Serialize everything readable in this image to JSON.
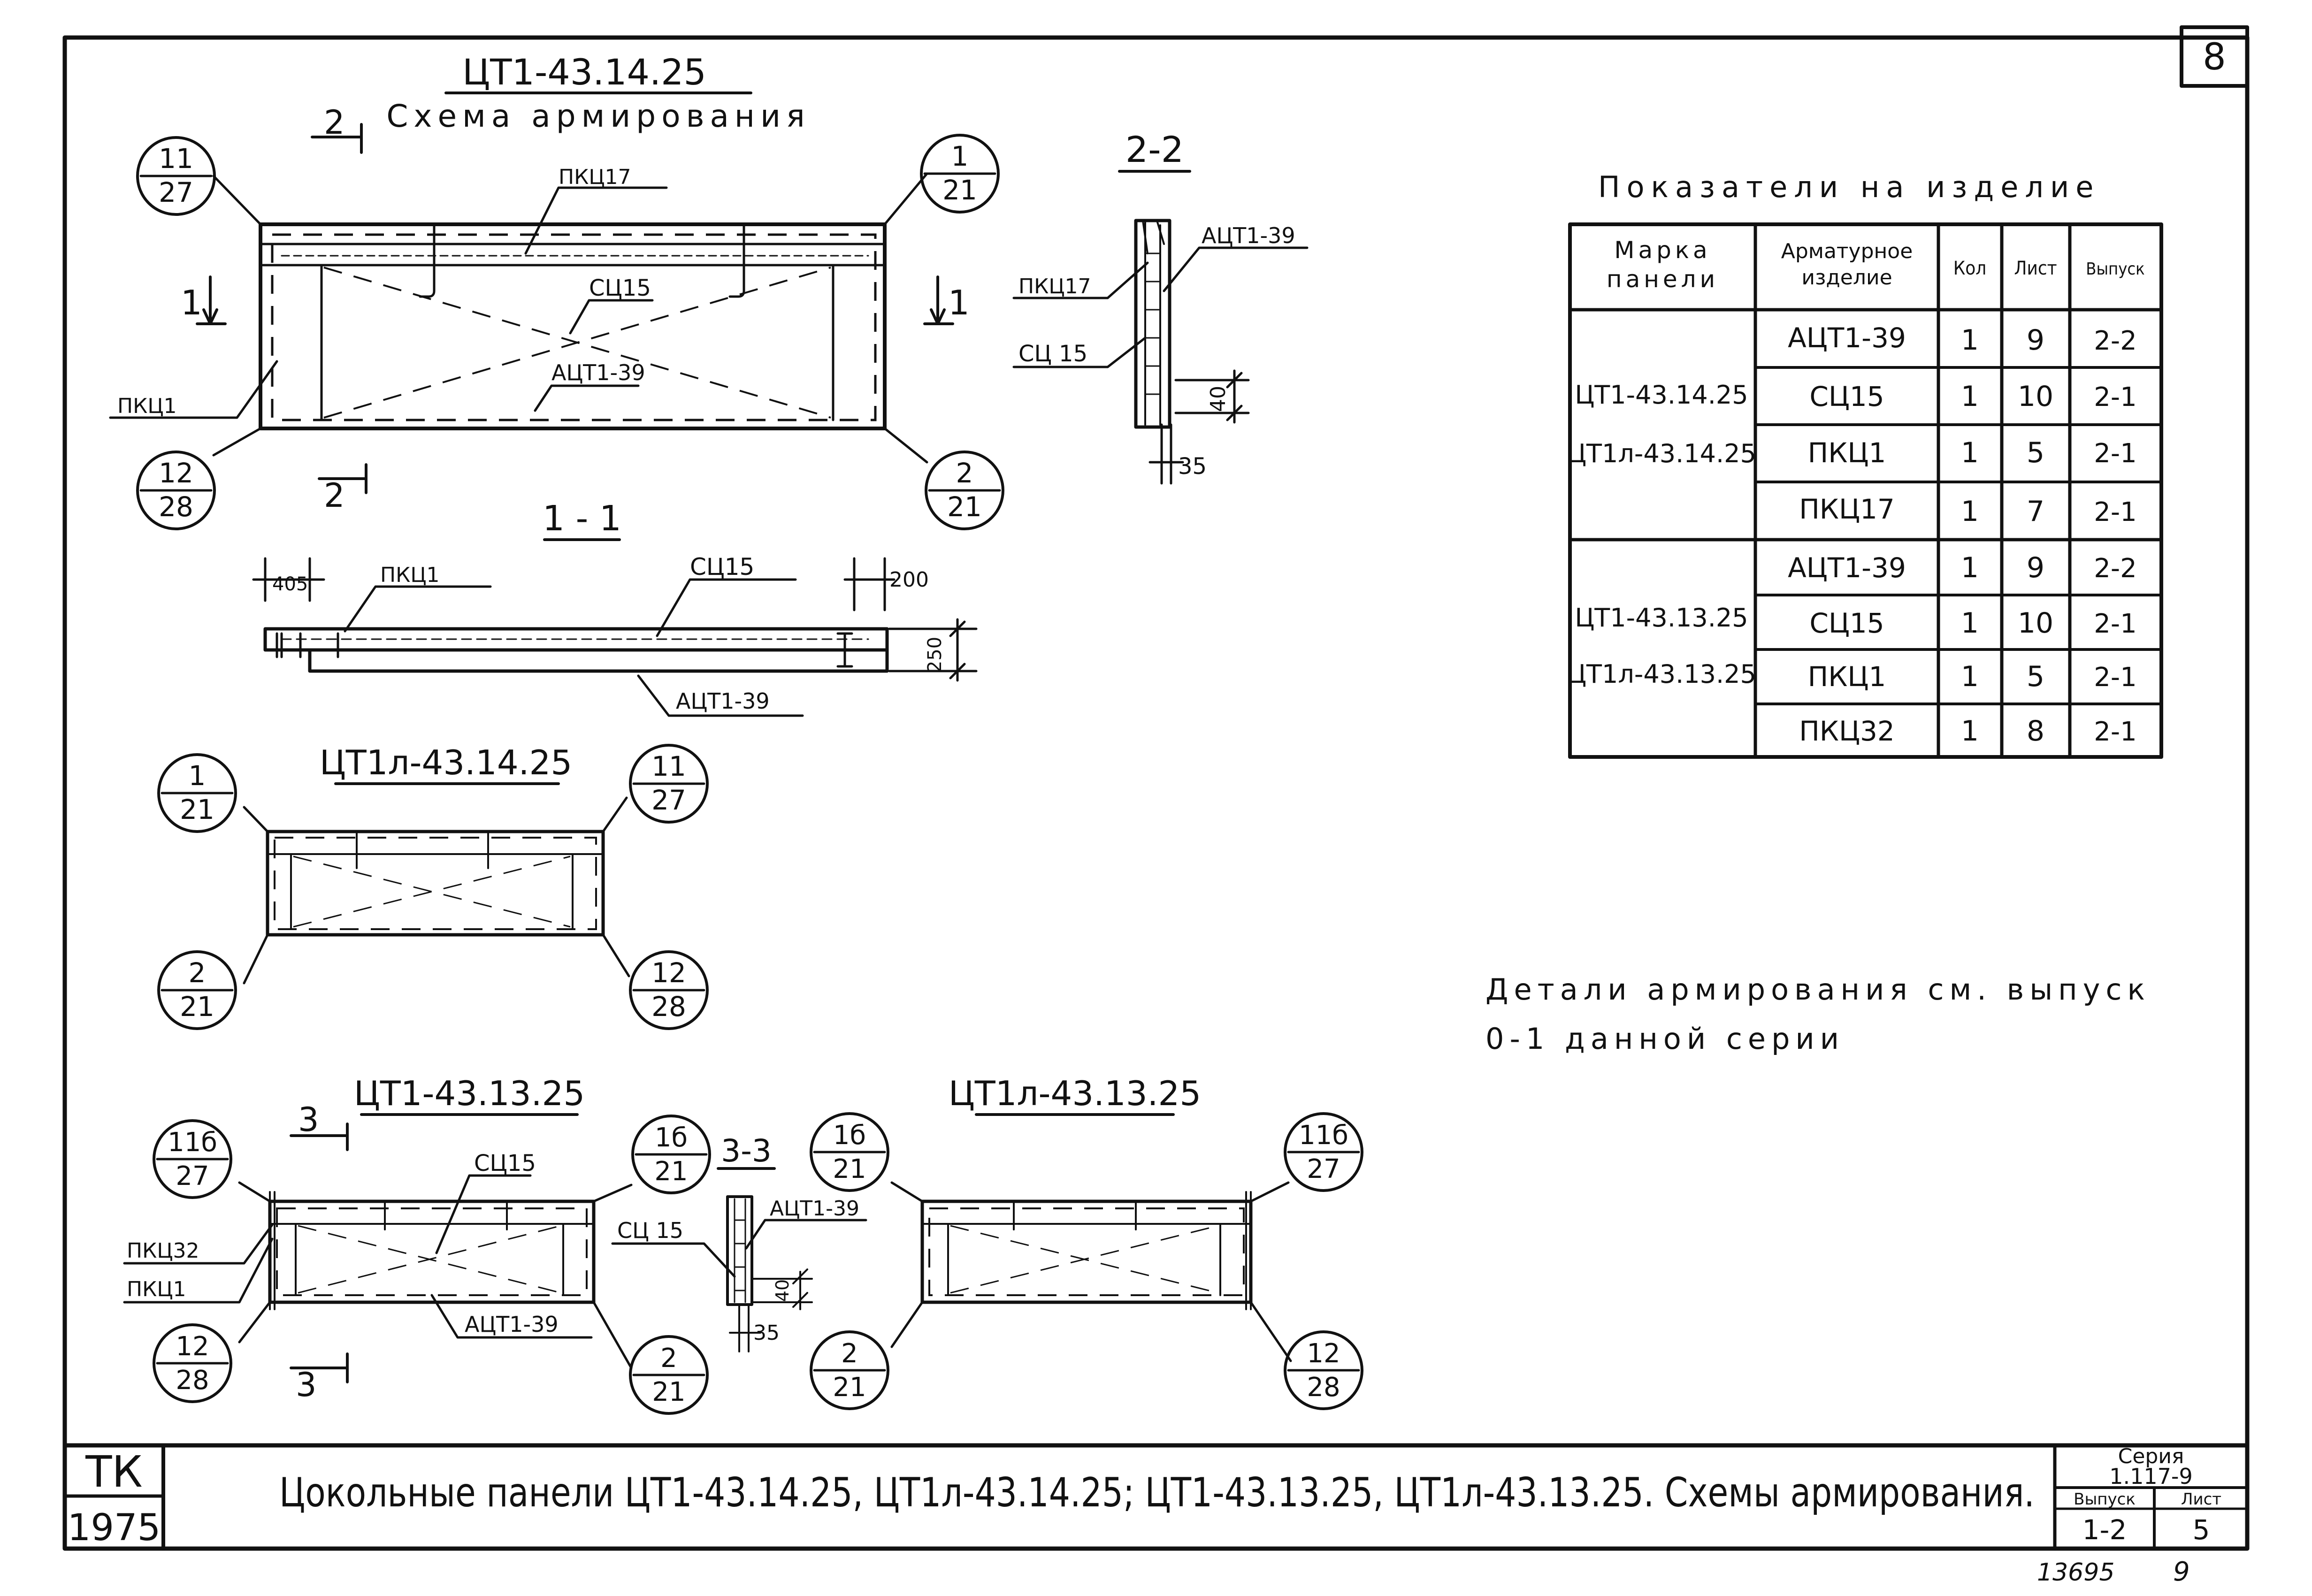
{
  "sheet": {
    "number": "8",
    "stamp_org": "ТК",
    "stamp_year": "1975",
    "title": "Цокольные панели ЦТ1-43.14.25, ЦТ1л-43.14.25; ЦТ1-43.13.25, ЦТ1л-43.13.25. Схемы армирования.",
    "series_label": "Серия",
    "series_value": "1.117-9",
    "issue_label": "Выпуск",
    "issue_value": "1-2",
    "sheet_label": "Лист",
    "sheet_value": "5",
    "inventory": "13695",
    "inventory_page": "9"
  },
  "panel_main": {
    "title": "ЦТ1-43.14.25",
    "subtitle": "Схема армирования",
    "cut2_top": "2",
    "cut2_bottom": "2",
    "cut1_left": "1",
    "cut1_right": "1",
    "callouts": [
      {
        "top": "11",
        "bottom": "27"
      },
      {
        "top": "1",
        "bottom": "21"
      },
      {
        "top": "12",
        "bottom": "28"
      },
      {
        "top": "2",
        "bottom": "21"
      }
    ],
    "labels": {
      "pkc17": "ПКЦ17",
      "sc15": "СЦ15",
      "act139": "АЦТ1-39",
      "pkc1": "ПКЦ1"
    }
  },
  "section_22": {
    "title": "2-2",
    "act139": "АЦТ1-39",
    "pkc17": "ПКЦ17",
    "sc15": "СЦ 15",
    "dim40": "40",
    "dim35": "35"
  },
  "section_11": {
    "title": "1 - 1",
    "dim405": "405",
    "dim200": "200",
    "dim250": "250",
    "pkc1": "ПКЦ1",
    "sc15": "СЦ15",
    "act139": "АЦТ1-39"
  },
  "panel_l14": {
    "title": "ЦТ1л-43.14.25",
    "callouts": [
      {
        "top": "1",
        "bottom": "21"
      },
      {
        "top": "11",
        "bottom": "27"
      },
      {
        "top": "2",
        "bottom": "21"
      },
      {
        "top": "12",
        "bottom": "28"
      }
    ]
  },
  "panel_13": {
    "title": "ЦТ1-43.13.25",
    "cut3_top": "3",
    "cut3_bottom": "3",
    "callouts": [
      {
        "top": "11б",
        "bottom": "27"
      },
      {
        "top": "1б",
        "bottom": "21"
      },
      {
        "top": "12",
        "bottom": "28"
      },
      {
        "top": "2",
        "bottom": "21"
      }
    ],
    "labels": {
      "sc15": "СЦ15",
      "pkc32": "ПКЦ32",
      "pkc1": "ПКЦ1",
      "act139": "АЦТ1-39"
    }
  },
  "section_33": {
    "title": "3-3",
    "act139": "АЦТ1-39",
    "sc15": "СЦ 15",
    "dim40": "40",
    "dim35": "35"
  },
  "panel_l13": {
    "title": "ЦТ1л-43.13.25",
    "callouts": [
      {
        "top": "1б",
        "bottom": "21"
      },
      {
        "top": "11б",
        "bottom": "27"
      },
      {
        "top": "2",
        "bottom": "21"
      },
      {
        "top": "12",
        "bottom": "28"
      }
    ]
  },
  "indicators": {
    "title": "Показатели на изделие",
    "headers": [
      "Марка панели",
      "Арматурное изделие",
      "Кол",
      "Лист",
      "Выпуск"
    ],
    "groups": [
      {
        "marks": [
          "ЦТ1-43.14.25",
          "ЦТ1л-43.14.25"
        ],
        "rows": [
          [
            "АЦТ1-39",
            "1",
            "9",
            "2-2"
          ],
          [
            "СЦ15",
            "1",
            "10",
            "2-1"
          ],
          [
            "ПКЦ1",
            "1",
            "5",
            "2-1"
          ],
          [
            "ПКЦ17",
            "1",
            "7",
            "2-1"
          ]
        ]
      },
      {
        "marks": [
          "ЦТ1-43.13.25",
          "ЦТ1л-43.13.25"
        ],
        "rows": [
          [
            "АЦТ1-39",
            "1",
            "9",
            "2-2"
          ],
          [
            "СЦ15",
            "1",
            "10",
            "2-1"
          ],
          [
            "ПКЦ1",
            "1",
            "5",
            "2-1"
          ],
          [
            "ПКЦ32",
            "1",
            "8",
            "2-1"
          ]
        ]
      }
    ]
  },
  "note": {
    "line1": "Детали армирования см. выпуск",
    "line2": "0-1 данной серии"
  }
}
